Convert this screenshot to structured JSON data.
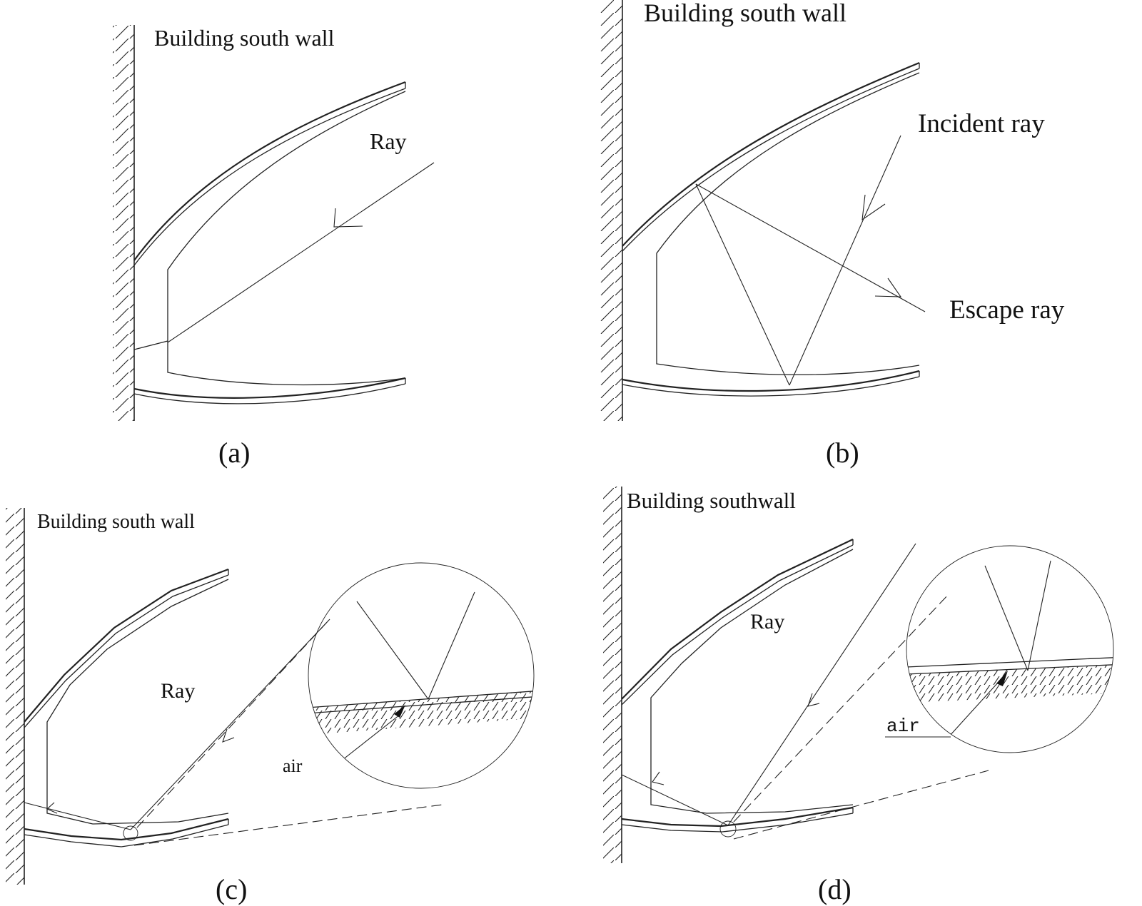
{
  "panels": {
    "a": {
      "wall_label": "Building south wall",
      "ray_label": "Ray",
      "caption": "(a)"
    },
    "b": {
      "wall_label": "Building south wall",
      "incident_label": "Incident ray",
      "escape_label": "Escape ray",
      "caption": "(b)"
    },
    "c": {
      "wall_label": "Building south wall",
      "ray_label": "Ray",
      "air_label": "air",
      "caption": "(c)"
    },
    "d": {
      "wall_label": "Building southwall",
      "ray_label": "Ray",
      "air_label": "air",
      "caption": "(d)"
    }
  },
  "colors": {
    "line": "#222222",
    "background": "#ffffff"
  }
}
